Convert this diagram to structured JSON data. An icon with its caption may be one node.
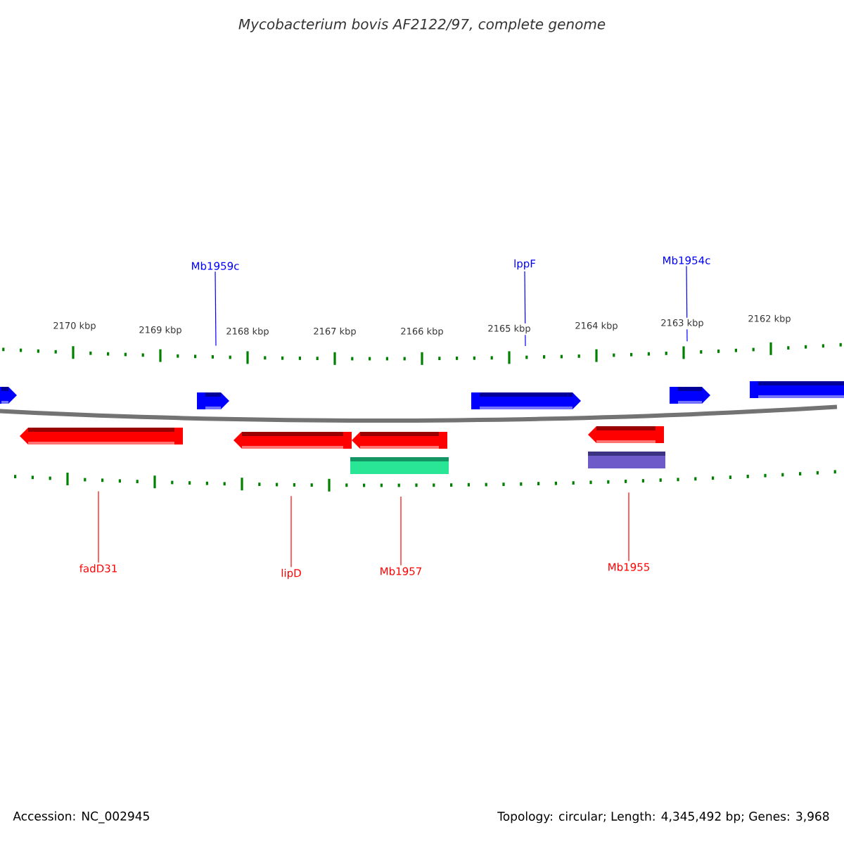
{
  "diagram": {
    "title": "Mycobacterium bovis AF2122/97, complete genome",
    "nodes": [
      {
        "text": [
          "Mb1959c"
        ]
      },
      {
        "text": [
          "lppF"
        ]
      },
      {
        "text": [
          "Mb1954c"
        ]
      },
      {
        "text": [
          "fadD31"
        ]
      },
      {
        "text": [
          "lipD"
        ]
      },
      {
        "text": [
          "Mb1957"
        ]
      },
      {
        "text": [
          "Mb1955"
        ]
      }
    ],
    "edges": [
      {
        "from": 0,
        "to": null,
        "arrow": "none",
        "color": "#0000ff"
      },
      {
        "from": 1,
        "to": null,
        "arrow": "none",
        "color": "#0000ff"
      },
      {
        "from": 2,
        "to": null,
        "arrow": "none",
        "color": "#0000ff"
      },
      {
        "from": 3,
        "to": null,
        "arrow": "none"
      },
      {
        "from": 4,
        "to": null,
        "arrow": "none"
      },
      {
        "from": 5,
        "to": null,
        "arrow": "none"
      },
      {
        "from": 6,
        "to": null,
        "arrow": "none"
      }
    ],
    "labels": [
      "2170 kbp",
      "2169 kbp",
      "2168 kbp",
      "2167 kbp",
      "2166 kbp",
      "2165 kbp",
      "2164 kbp",
      "2163 kbp",
      "2162 kbp",
      "Accession: NC_002945",
      "Topology: circular; Length: 4,345,492 bp; Genes: 3,968"
    ]
  }
}
